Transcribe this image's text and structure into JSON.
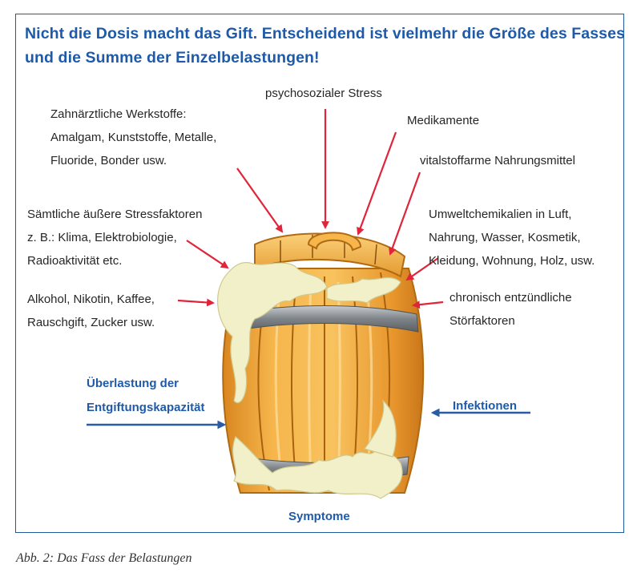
{
  "headline": {
    "line1": "Nicht die Dosis macht das Gift. Entscheidend ist vielmehr die Größe des Fasses",
    "line2": "und die Summe der Einzelbelastungen!"
  },
  "labels": {
    "stress": "psychosozialer Stress",
    "medikamente": "Medikamente",
    "vitalstoff": "vitalstoffarme Nahrungsmittel",
    "zahn": [
      "Zahnärztliche Werkstoffe:",
      "Amalgam, Kunststoffe, Metalle,",
      "Fluoride, Bonder usw."
    ],
    "aussere": [
      "Sämtliche äußere Stressfaktoren",
      "z. B.: Klima, Elektrobiologie,",
      "Radioaktivität etc."
    ],
    "alkohol": [
      "Alkohol, Nikotin, Kaffee,",
      "Rauschgift, Zucker usw."
    ],
    "umwelt": [
      "Umweltchemikalien in Luft,",
      "Nahrung, Wasser, Kosmetik,",
      "Kleidung, Wohnung, Holz, usw."
    ],
    "chronisch": [
      "chronisch entzündliche",
      "Störfaktoren"
    ]
  },
  "blue_labels": {
    "ueberlastung": [
      "Überlastung der",
      "Entgiftungskapazität"
    ],
    "infektionen": "Infektionen",
    "symptome": "Symptome"
  },
  "caption": "Abb. 2: Das Fass der Belastungen",
  "colors": {
    "headline_blue": "#1f5aa8",
    "arrow_red": "#e0243a",
    "arrow_blue": "#2a5ca6",
    "wood": "#f0a53a",
    "hoop": "#8a8f94",
    "foam": "#f2f0c8"
  }
}
